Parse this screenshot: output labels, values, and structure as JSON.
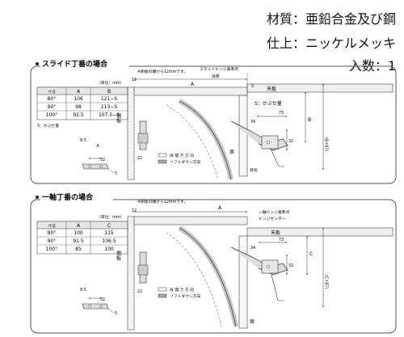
{
  "specs": {
    "material": "材質：亜鉛合金及び鋼",
    "finish": "仕上：ニッケルメッキ",
    "quantity": "入数：1"
  },
  "slide": {
    "title": "スライド丁番の場合",
    "unit": "（単位：mm）",
    "headers": [
      "寸法",
      "A",
      "B"
    ],
    "rows": [
      [
        "80°",
        "106",
        "121−S"
      ],
      [
        "90°",
        "98",
        "113−S"
      ],
      [
        "100°",
        "92.5",
        "107.5−S"
      ]
    ],
    "note": "S：かぶせ量",
    "labels": {
      "side_note": "※側板の端から12mmです。",
      "base_point": "スライドヒンジ基準点",
      "door_thickness": "扉厚",
      "top_board": "天板",
      "s_overlay": "S：かぶせ量",
      "side_board": "側板",
      "door": "扉",
      "stopper": "目地",
      "open_dir": "扉 開 き 方 向",
      "soft_dir": "ソフトダウン方向",
      "dimA": "A",
      "dimB": "B",
      "dimS": "S",
      "dim12": "12",
      "dim73": "73",
      "dim34": "34",
      "dim32": "32",
      "dim22": "22",
      "dim5": "5",
      "dim85": "8.5",
      "dimB87": "(B+87)"
    }
  },
  "single": {
    "title": "一軸丁番の場合",
    "unit": "（単位：mm）",
    "headers": [
      "寸法",
      "A",
      "C"
    ],
    "rows": [
      [
        "80°",
        "100",
        "115"
      ],
      [
        "90°",
        "91.5",
        "106.5"
      ],
      [
        "100°",
        "85",
        "100"
      ]
    ],
    "labels": {
      "side_note": "※側板の端から12mmです。",
      "base_point": "一軸ヒンジ基準点",
      "center": "ヒンジセンター",
      "top_board": "天板",
      "side_board": "側板",
      "door": "扉",
      "open_dir": "扉 開 き 方 向",
      "soft_dir": "ソフトダウン方向",
      "dimA": "A",
      "dimC": "C",
      "dim12": "12",
      "dim73": "73",
      "dim34": "34",
      "dim32": "32",
      "dim22": "22",
      "dim5": "5",
      "dim85": "8.5",
      "dimC87": "(C+87)"
    }
  }
}
